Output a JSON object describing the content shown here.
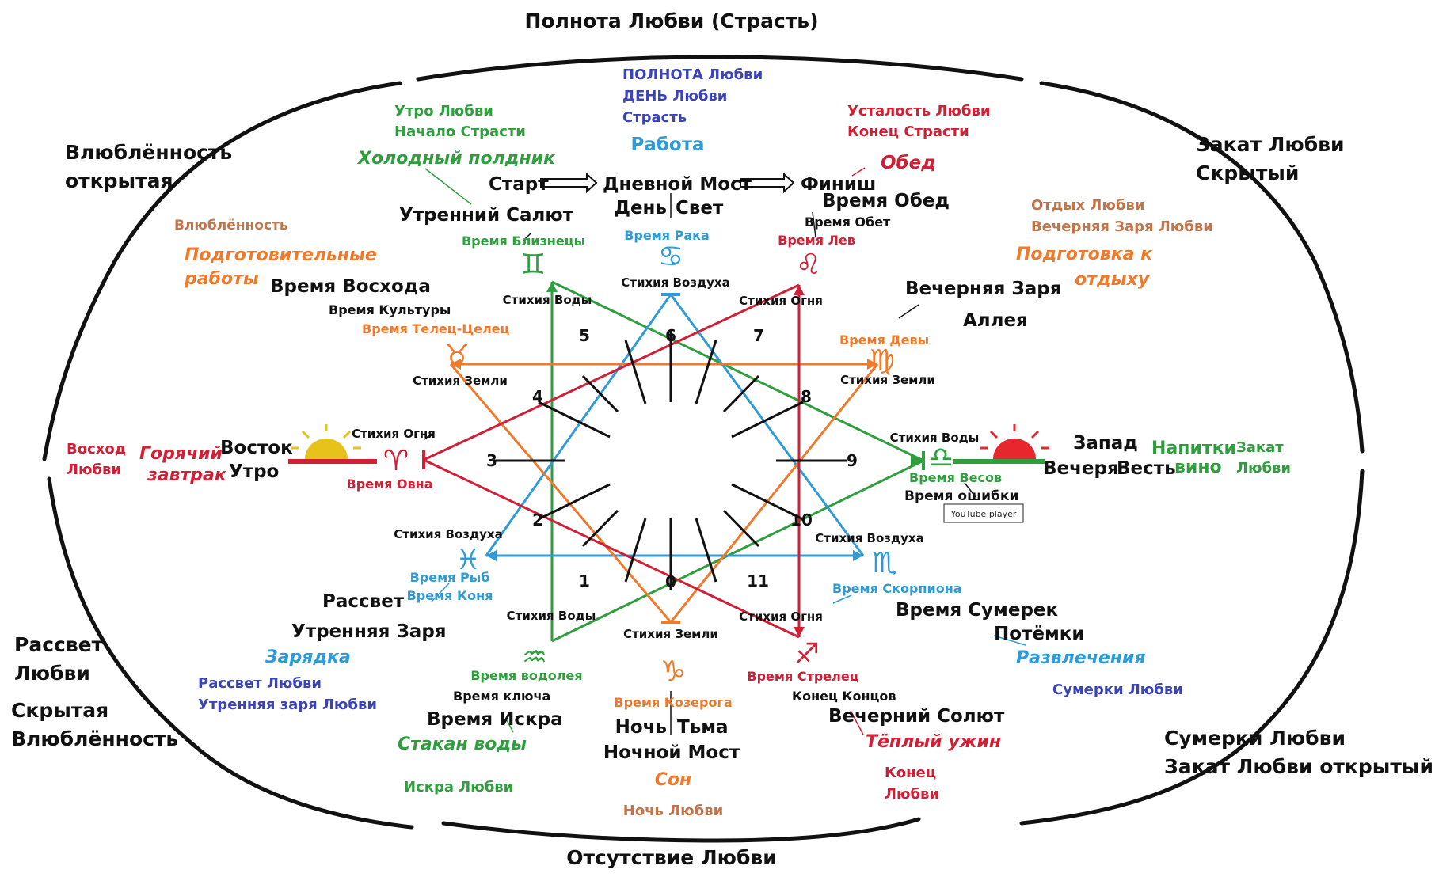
{
  "colors": {
    "black": "#111111",
    "green": "#2e9e3e",
    "blue": "#2f9bd6",
    "orange": "#f07a2b",
    "red": "#d11f35",
    "brown": "#c0764a",
    "purple": "#3b43b8",
    "sun_yellow": "#e6c21a",
    "sun_red": "#e8262e"
  },
  "outer_labels": {
    "top": "Полнота Любви (Страсть)",
    "bottom": "Отсутствие Любви",
    "top_left_1": "Влюблённость",
    "top_left_2": "открытая",
    "top_right_1": "Закат Любви",
    "top_right_2": "Скрытый",
    "left_1": "Рассвет",
    "left_2": "Любви",
    "left_3": "Скрытая",
    "left_4": "Влюблённость",
    "bottom_right_1": "Сумерки Любви",
    "bottom_right_2": "Закат Любви открытый"
  },
  "side_labels": {
    "voshod_1": "Восход",
    "voshod_2": "Любви",
    "zakat_1": "Закат",
    "zakat_2": "Любви"
  },
  "top_section": {
    "polnota": "ПОЛНОТА Любви",
    "den": "ДЕНЬ Любви",
    "strast": "Страсть",
    "rabota": "Работа",
    "utro_lyubvi": "Утро Любви",
    "nachalo_strasti": "Начало Страсти",
    "holodny": "Холодный полдник",
    "ustalost": "Усталость Любви",
    "konets_strasti": "Конец Страсти",
    "obed": "Обед",
    "start": "Старт",
    "dnevnoy_most": "Дневной Мост",
    "finish": "Финиш",
    "den_word": "День",
    "svet": "Свет",
    "vremya_obed": "Время Обед",
    "vremya_obet": "Время Обет",
    "utrenniy_salut": "Утренний Салют",
    "vremya_raka": "Время Рака",
    "vremya_bliznetsy": "Время Близнецы",
    "vremya_lev": "Время Лев"
  },
  "left_section": {
    "vlyublennost": "Влюблённость",
    "podgot_1": "Подготовительные",
    "podgot_2": "работы",
    "vremya_voshoda": "Время Восхода",
    "vremya_kultury": "Время Культуры",
    "telets": "Время Телец-Целец",
    "goryachiy": "Горячий",
    "zavtrak": "завтрак",
    "vostok": "Восток",
    "utro": "Утро",
    "vremya_ovna": "Время Овна",
    "vremya_ryb": "Время Рыб",
    "vremya_konya": "Время Коня",
    "rassvet": "Рассвет",
    "utrennyaya_zarya": "Утренняя Заря",
    "zaryadka": "Зарядка",
    "rassvet_lyubvi": "Рассвет Любви",
    "utrennyaya_zarya_lyubvi": "Утренняя заря Любви"
  },
  "right_section": {
    "otdyh": "Отдых Любви",
    "vechernyaya_zarya_lyubvi": "Вечерняя Заря Любви",
    "podgotovka_1": "Подготовка к",
    "podgotovka_2": "отдыху",
    "vechernyaya_zarya": "Вечерняя Заря",
    "alleya": "Аллея",
    "vremya_devy": "Время Девы",
    "zapad": "Запад",
    "vecherya": "Вечеря",
    "vest": "Весть",
    "napitki": "Напитки",
    "vino": "вино",
    "vremya_vesov": "Время Весов",
    "vremya_oshibki": "Время ошибки",
    "youtube": "YouTube player",
    "vremya_skorpiona": "Время Скорпиона",
    "vremya_sumerek": "Время Сумерек",
    "potemki": "Потёмки",
    "razvlecheniya": "Развлечения",
    "sumerki_lyubvi": "Сумерки Любви"
  },
  "bottom_section": {
    "vremya_vodoleya": "Время водолея",
    "vremya_klyucha": "Время ключа",
    "vremya_iskra": "Время Искра",
    "stakan": "Стакан воды",
    "iskra_lyubvi": "Искра Любви",
    "vremya_kozeroga": "Время Козерога",
    "noch": "Ночь",
    "tma": "Тьма",
    "nochnoy_most": "Ночной Мост",
    "son": "Сон",
    "noch_lyubvi": "Ночь Любви",
    "vremya_strelets": "Время Стрелец",
    "konets_kontsov": "Конец Концов",
    "vecherniy_solut": "Вечерний Солют",
    "teply_uzhin": "Тёплый ужин",
    "konets": "Конец",
    "lyubvi": "Любви"
  },
  "elements": {
    "vozduha": "Стихия Воздуха",
    "vody": "Стихия Воды",
    "ognya": "Стихия Огня",
    "zemli": "Стихия Земли"
  },
  "glyphs": {
    "aries": "♈",
    "taurus": "♉",
    "gemini": "♊",
    "cancer": "♋",
    "leo": "♌",
    "virgo": "♍",
    "libra": "♎",
    "scorpio": "♏",
    "sagittarius": "♐",
    "capricorn": "♑",
    "aquarius": "♒",
    "pisces": "♓"
  },
  "hours": [
    "0",
    "1",
    "2",
    "3",
    "4",
    "5",
    "6",
    "7",
    "8",
    "9",
    "10",
    "11"
  ]
}
